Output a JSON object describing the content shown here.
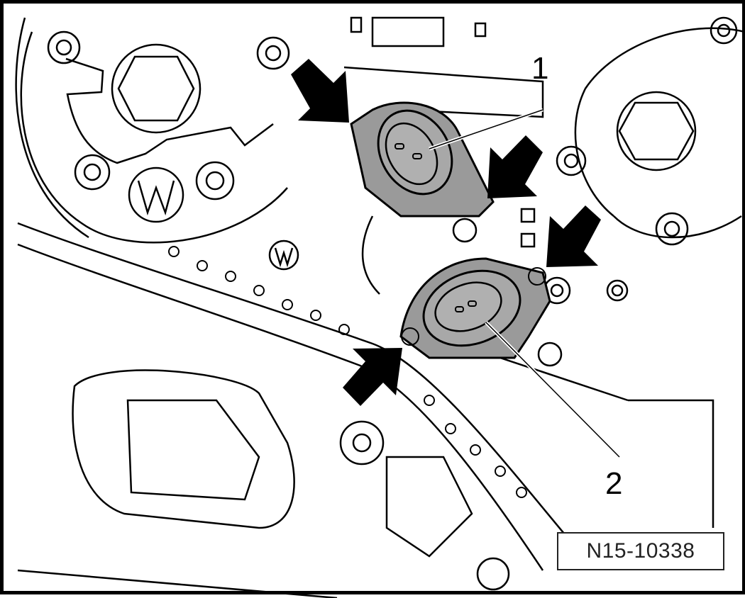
{
  "figure": {
    "id_label": "N15-10338",
    "style": "black-and-white technical line drawing",
    "colors": {
      "line": "#000000",
      "background": "#ffffff",
      "highlight_fill": "#9a9a9a"
    }
  },
  "callouts": [
    {
      "number": "1",
      "target": "upper-valve-solenoid"
    },
    {
      "number": "2",
      "target": "lower-valve-solenoid"
    }
  ],
  "arrows": [
    {
      "id": "arrow-upper-left",
      "points_to": "upper-solenoid-mount-left"
    },
    {
      "id": "arrow-upper-right",
      "points_to": "upper-solenoid-mount-right"
    },
    {
      "id": "arrow-lower-right",
      "points_to": "lower-solenoid-mount-right"
    },
    {
      "id": "arrow-lower-left",
      "points_to": "lower-solenoid-mount-left"
    }
  ],
  "components": [
    "left-camshaft-sprocket",
    "right-camshaft-sprocket",
    "timing-chain",
    "chain-guide",
    "upper-valve-solenoid",
    "lower-valve-solenoid"
  ]
}
